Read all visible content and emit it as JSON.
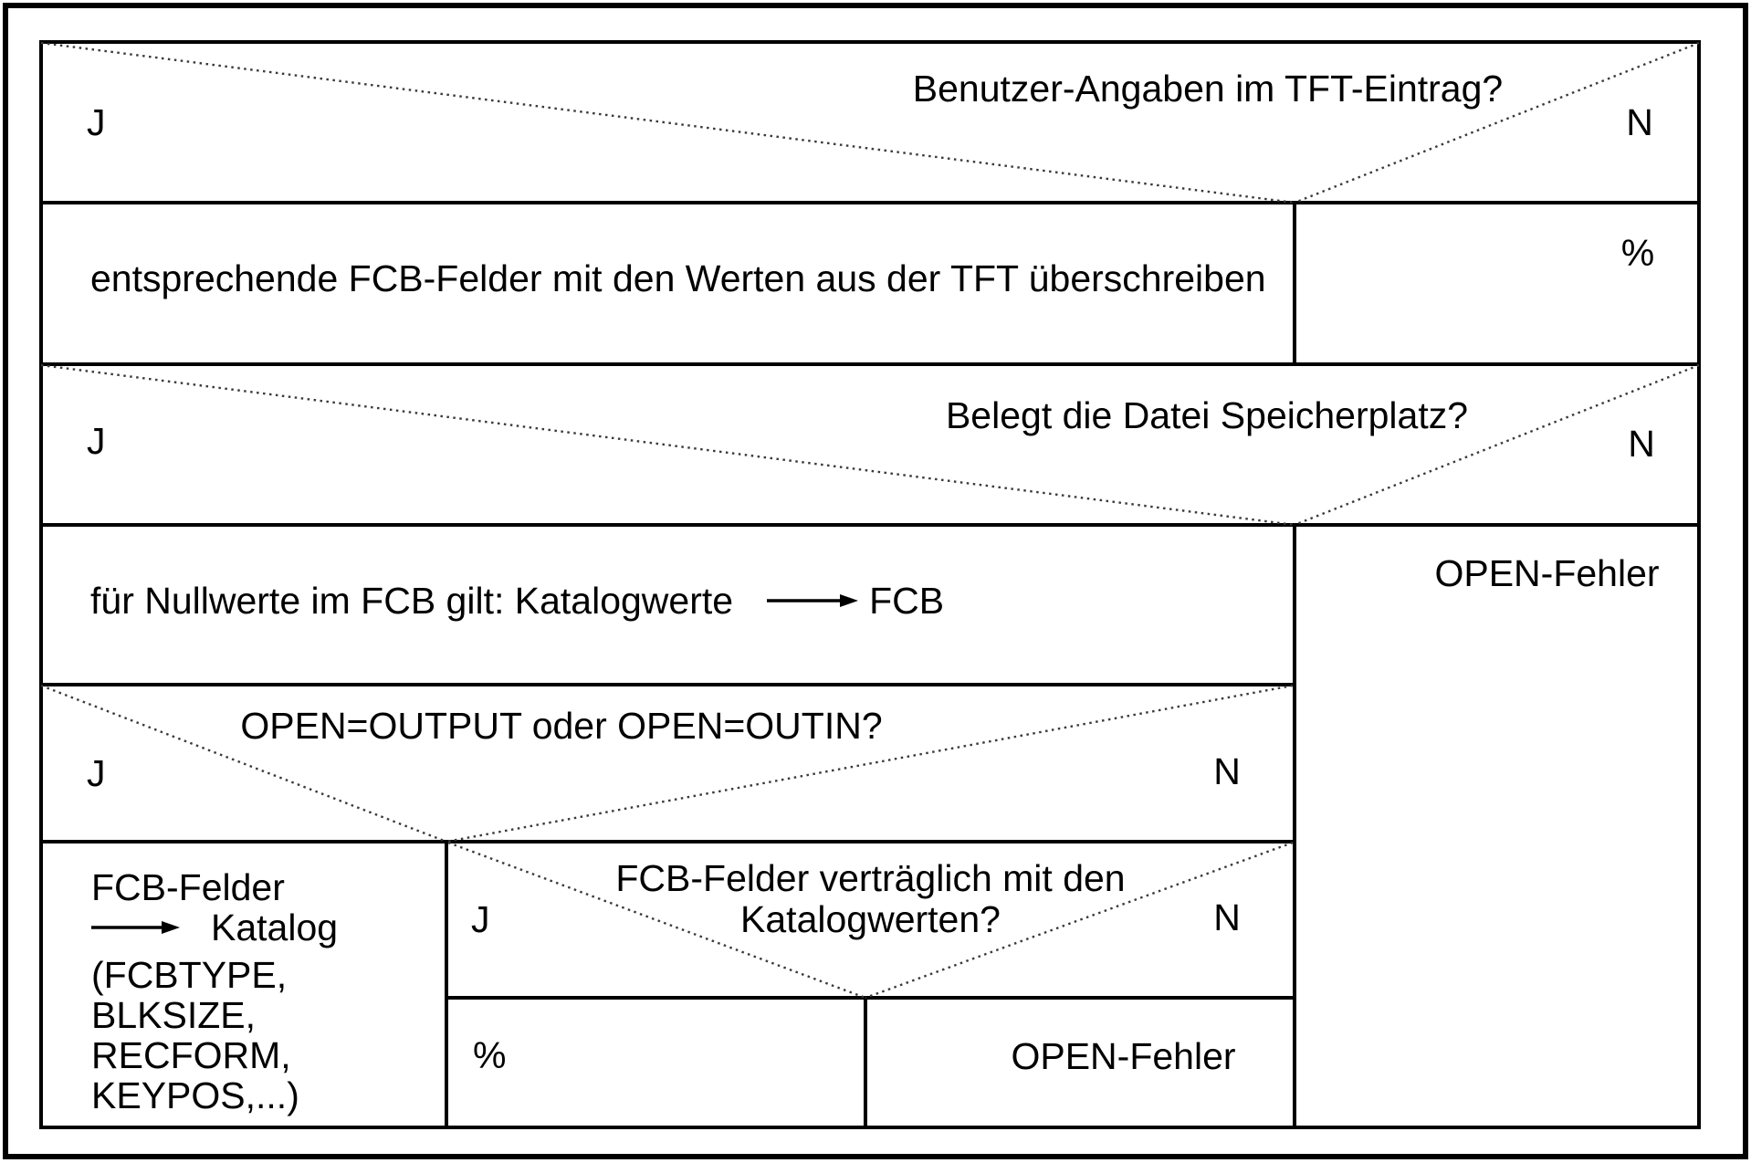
{
  "diagram": {
    "title_hint": "OPEN-Verarbeitung Entscheidungsdiagramm",
    "decisions": [
      {
        "id": "tft_eintrag",
        "question": "Benutzer-Angaben im TFT-Eintrag?",
        "yes": "J",
        "no": "N"
      },
      {
        "id": "speicherplatz",
        "question": "Belegt die Datei Speicherplatz?",
        "yes": "J",
        "no": "N"
      },
      {
        "id": "open_modus",
        "question": "OPEN=OUTPUT oder OPEN=OUTIN?",
        "yes": "J",
        "no": "N"
      },
      {
        "id": "vertraeglich",
        "question_line1": "FCB-Felder verträglich mit den",
        "question_line2": "Katalogwerten?",
        "yes": "J",
        "no": "N"
      }
    ],
    "actions": {
      "overwrite_fcb": "entsprechende FCB-Felder mit den Werten aus der TFT überschreiben",
      "overwrite_fcb_no_result": "%",
      "nullwerte_before_arrow": "für Nullwerte im FCB gilt: Katalogwerte",
      "nullwerte_after_arrow": "FCB",
      "speicherplatz_no_result": "OPEN-Fehler",
      "fcb_to_katalog_line1": "FCB-Felder",
      "fcb_to_katalog_target": "Katalog",
      "fcb_fields_lines": [
        "(FCBTYPE,",
        "BLKSIZE,",
        "RECFORM,",
        "KEYPOS,...)"
      ],
      "vertraeglich_yes_result": "%",
      "vertraeglich_no_result": "OPEN-Fehler"
    },
    "colors": {
      "line": "#000000",
      "diagonal": "#3a3a3a",
      "background": "#ffffff",
      "text": "#000000"
    }
  }
}
